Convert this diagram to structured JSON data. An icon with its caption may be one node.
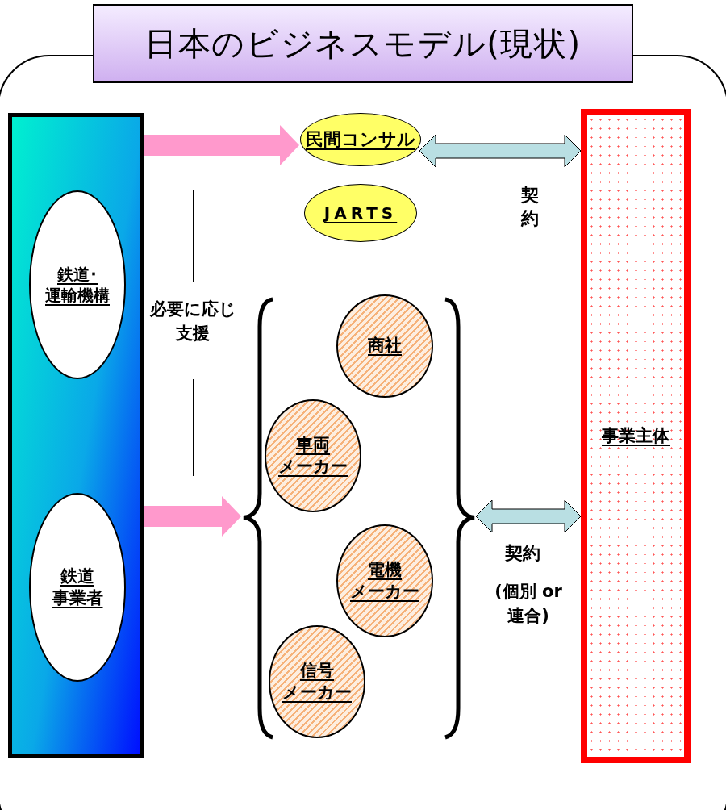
{
  "diagram": {
    "title": "日本のビジネスモデル(現状)",
    "nodes": [
      {
        "text": [],
        "shape": "box"
      },
      {
        "text": [
          "鉄道･",
          "運輸機構"
        ],
        "in": 0
      },
      {
        "text": [
          "鉄道",
          "事業者"
        ],
        "in": 0
      },
      {
        "text": [
          "民間コンサル"
        ]
      },
      {
        "text": [
          "JARTS"
        ]
      },
      {
        "text": [],
        "shape": "brace"
      },
      {
        "text": [
          "商社"
        ],
        "in": 5
      },
      {
        "text": [
          "車両",
          "メーカー"
        ],
        "in": 5
      },
      {
        "text": [
          "電機",
          "メーカー"
        ],
        "in": 5
      },
      {
        "text": [
          "信号",
          "メーカー"
        ],
        "in": 5
      },
      {
        "text": [
          "事業主体"
        ]
      }
    ],
    "edges": [
      {
        "from": 0,
        "to": 3,
        "arrow": "to",
        "color": "#ff99cc"
      },
      {
        "from": 0,
        "to": 5,
        "arrow": "to",
        "color": "#ff99cc"
      },
      {
        "from": 3,
        "to": 10,
        "arrow": "both",
        "color": "#b9dfe3",
        "label": "契約"
      },
      {
        "from": 5,
        "to": 10,
        "arrow": "both",
        "color": "#b9dfe3",
        "label": "契約"
      }
    ],
    "labels": [
      "必要に応じ支援",
      "(個別 or 連合)"
    ]
  }
}
